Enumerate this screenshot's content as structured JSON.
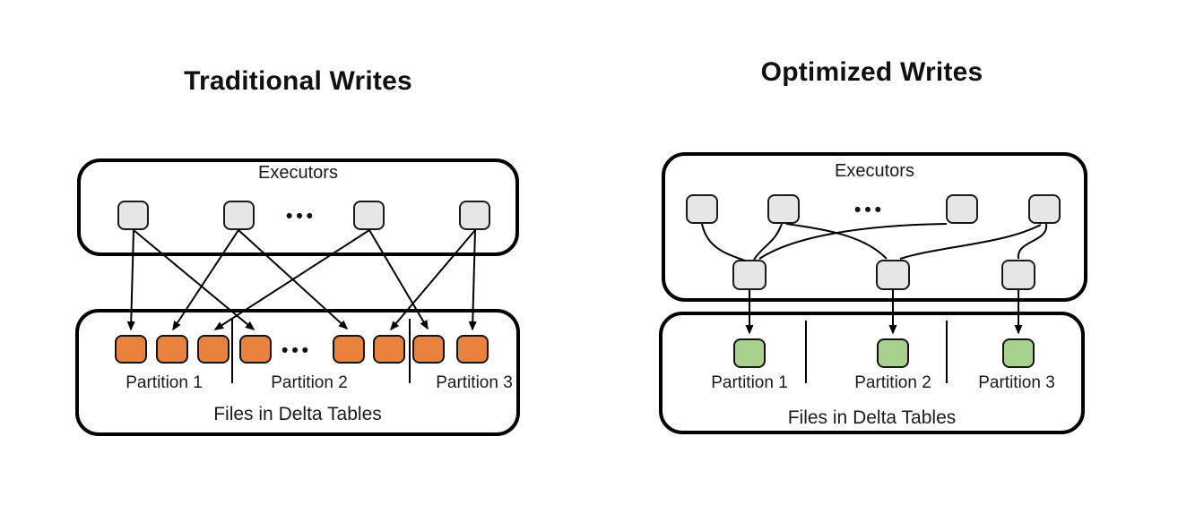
{
  "page": {
    "background": "#ffffff"
  },
  "colors": {
    "box_border": "#000000",
    "executor_task_fill": "#e7e6e6",
    "traditional_file_fill": "#e8823c",
    "optimized_file_fill": "#a9d18e",
    "text": "#1a1a1a"
  },
  "left_diagram": {
    "title": "Traditional Writes",
    "executors_box": {
      "label": "Executors",
      "tasks_shown": 4,
      "ellipsis": "•••"
    },
    "files_box": {
      "label": "Files in Delta Tables",
      "ellipsis": "•••",
      "partitions": [
        {
          "label": "Partition 1",
          "files_shown": 3
        },
        {
          "label": "Partition 2",
          "files_shown": 3
        },
        {
          "label": "Partition 3",
          "files_shown": 2
        }
      ]
    },
    "writes": [
      {
        "from_executor": 1,
        "to_file": 1
      },
      {
        "from_executor": 1,
        "to_file": 4
      },
      {
        "from_executor": 2,
        "to_file": 2
      },
      {
        "from_executor": 2,
        "to_file": 5
      },
      {
        "from_executor": 3,
        "to_file": 3
      },
      {
        "from_executor": 3,
        "to_file": 7
      },
      {
        "from_executor": 4,
        "to_file": 6
      },
      {
        "from_executor": 4,
        "to_file": 8
      }
    ]
  },
  "right_diagram": {
    "title": "Optimized Writes",
    "executors_box": {
      "label": "Executors",
      "tasks_shown": 4,
      "writer_tasks_shown": 3,
      "ellipsis": "•••"
    },
    "files_box": {
      "label": "Files in Delta Tables",
      "partitions": [
        {
          "label": "Partition 1",
          "files_shown": 1
        },
        {
          "label": "Partition 2",
          "files_shown": 1
        },
        {
          "label": "Partition 3",
          "files_shown": 1
        }
      ]
    },
    "shuffle": [
      {
        "from_task": 1,
        "to_writer": 1
      },
      {
        "from_task": 2,
        "to_writer": 1
      },
      {
        "from_task": 3,
        "to_writer": 1
      },
      {
        "from_task": 2,
        "to_writer": 2
      },
      {
        "from_task": 4,
        "to_writer": 2
      },
      {
        "from_task": 4,
        "to_writer": 3
      }
    ],
    "writes": [
      {
        "from_writer": 1,
        "to_partition": "Partition 1"
      },
      {
        "from_writer": 2,
        "to_partition": "Partition 2"
      },
      {
        "from_writer": 3,
        "to_partition": "Partition 3"
      }
    ]
  }
}
